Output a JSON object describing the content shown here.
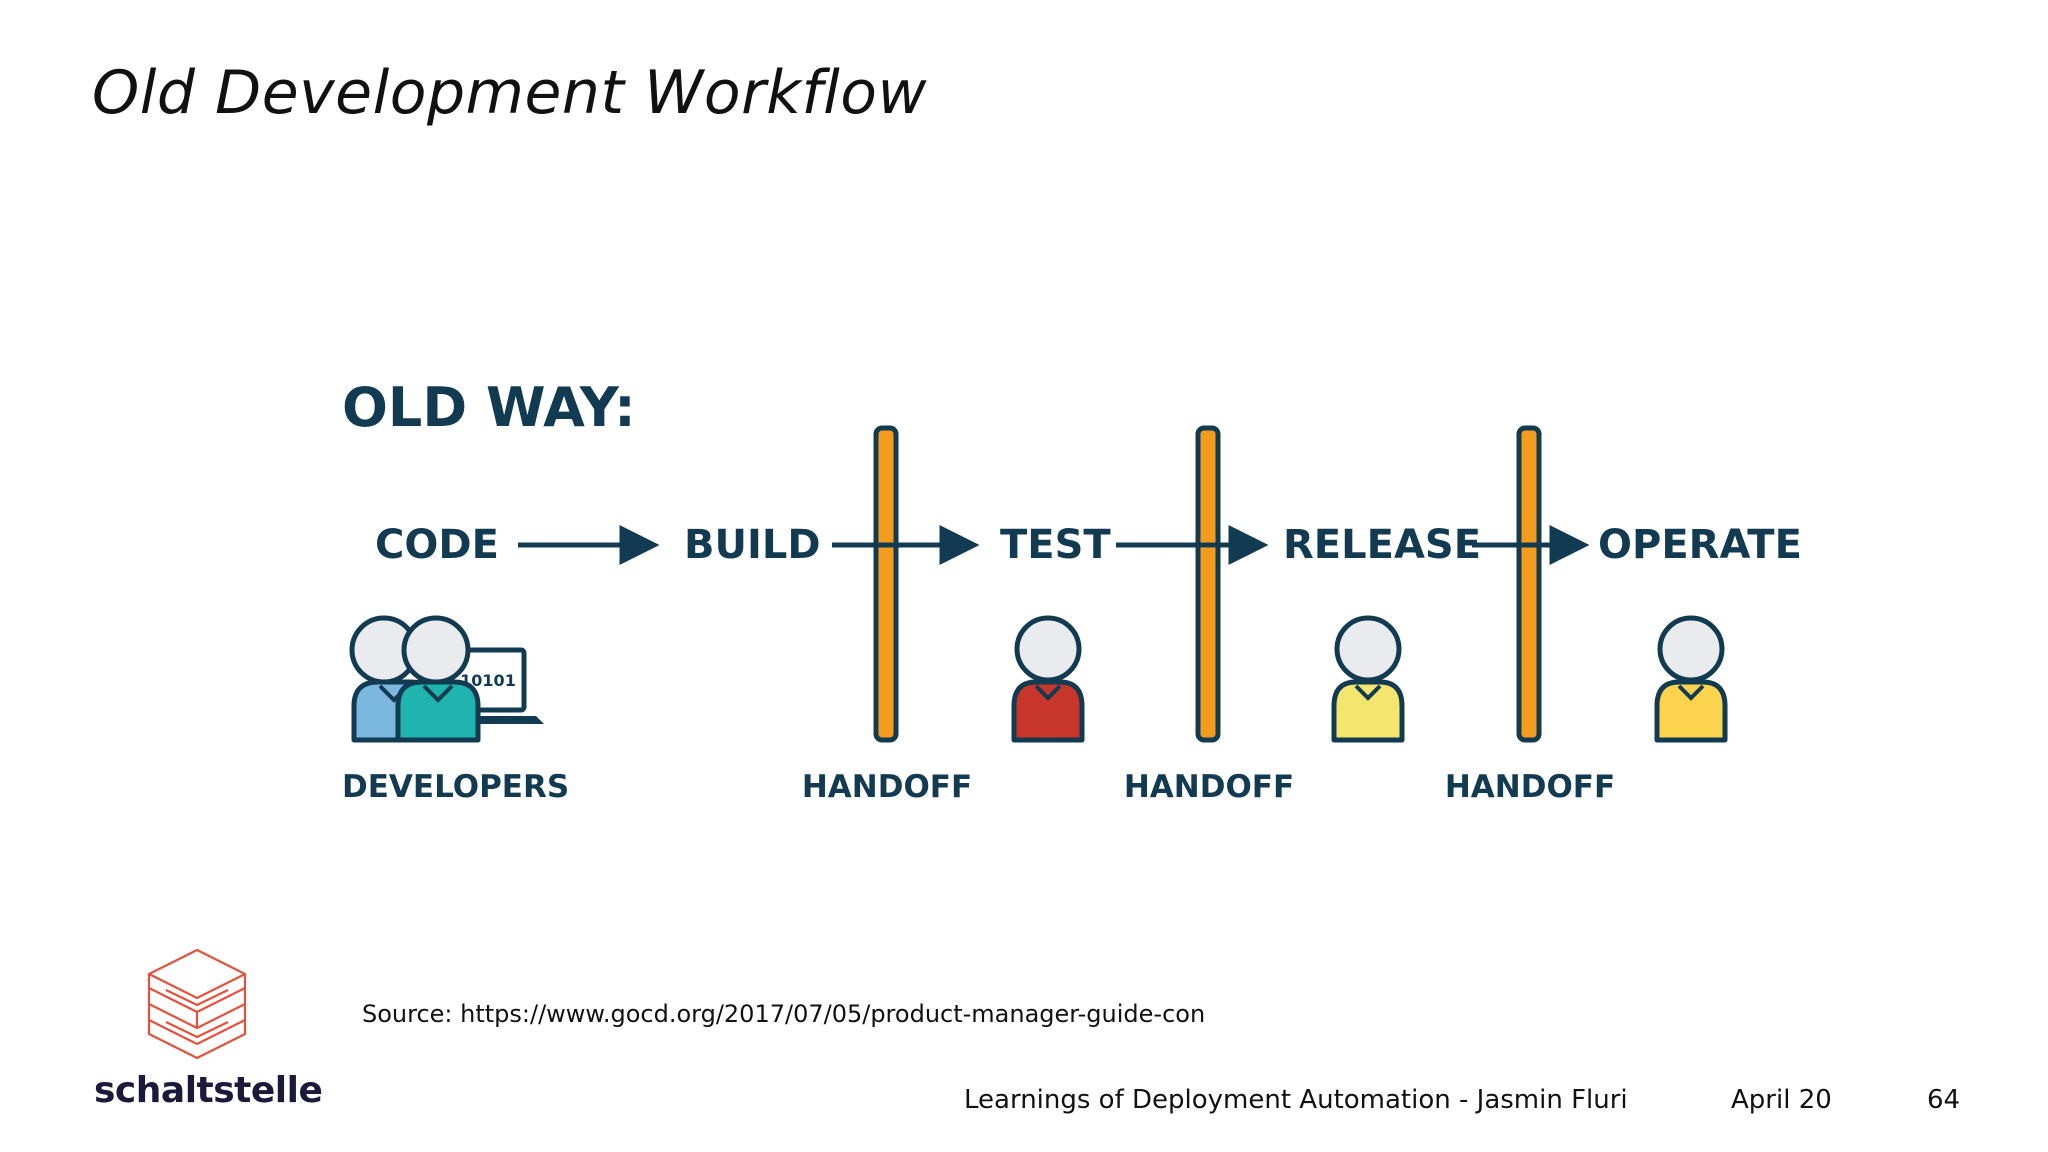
{
  "slide": {
    "title": "Old Development Workflow",
    "source": "Source: https://www.gocd.org/2017/07/05/product-manager-guide-con"
  },
  "diagram": {
    "heading": "OLD WAY:",
    "stages": [
      "CODE",
      "BUILD",
      "TEST",
      "RELEASE",
      "OPERATE"
    ],
    "developers_label": "DEVELOPERS",
    "laptop_text": "10101",
    "handoff_label": "HANDOFF",
    "colors": {
      "text": "#123b52",
      "barrier": "#f39c1e",
      "developer1": "#7bb7de",
      "developer2": "#1fb5ae",
      "tester": "#c8352a",
      "release": "#f4e56f",
      "operate": "#fbd34d",
      "head": "#e9ebee"
    }
  },
  "brand": {
    "name": "schaltstelle",
    "logo_icon": "stacked-s-cube-icon",
    "logo_color": "#e4513c"
  },
  "footer": {
    "talk": "Learnings of Deployment Automation - Jasmin Fluri",
    "date": "April 20",
    "page": "64"
  }
}
